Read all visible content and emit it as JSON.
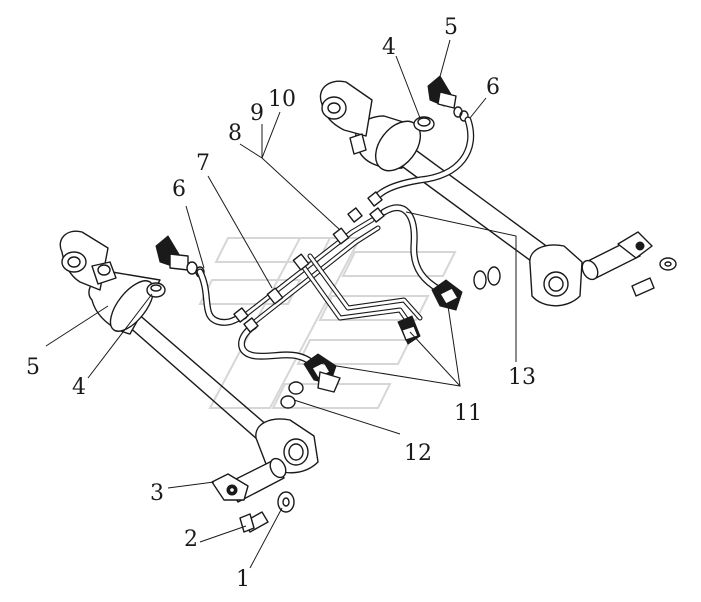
{
  "diagram": {
    "callouts": [
      {
        "id": "1",
        "label": "1"
      },
      {
        "id": "2",
        "label": "2"
      },
      {
        "id": "3",
        "label": "3"
      },
      {
        "id": "4a",
        "label": "4"
      },
      {
        "id": "4b",
        "label": "4"
      },
      {
        "id": "5a",
        "label": "5"
      },
      {
        "id": "5b",
        "label": "5"
      },
      {
        "id": "6a",
        "label": "6"
      },
      {
        "id": "6b",
        "label": "6"
      },
      {
        "id": "7",
        "label": "7"
      },
      {
        "id": "8",
        "label": "8"
      },
      {
        "id": "9",
        "label": "9"
      },
      {
        "id": "10",
        "label": "10"
      },
      {
        "id": "11",
        "label": "11"
      },
      {
        "id": "12",
        "label": "12"
      },
      {
        "id": "13",
        "label": "13"
      }
    ]
  }
}
